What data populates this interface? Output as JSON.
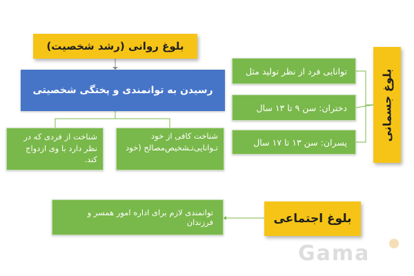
{
  "mental_maturity": {
    "title": "بلوغ روانی (رشد شخصیت)",
    "main": "رسیدن به توانمندی و پختگی شخصیتی",
    "left_box": "شناخت از فردی که در نظر دارد با وی ازدواج کند.",
    "right_box": "شناخت کافی از خود تـوانایی‌تـشخیص‌مصالح (خود"
  },
  "physical_maturity": {
    "title": "بلوغ جسمانی",
    "items": [
      "توانایی فرد از نظر تولید مثل",
      "دختران: سن ۹ تا ۱۳ سال",
      "پسران: سن ۱۳ تا ۱۷ سال"
    ]
  },
  "social_maturity": {
    "title": "بلوغ اجتماعی",
    "description": "توانمندی لازم برای اداره امور همسر و فرزندان"
  },
  "watermark": "Gama",
  "colors": {
    "yellow": "#f6c416",
    "green": "#79b84a",
    "blue": "#4675c8",
    "connector": "#79b84a"
  }
}
